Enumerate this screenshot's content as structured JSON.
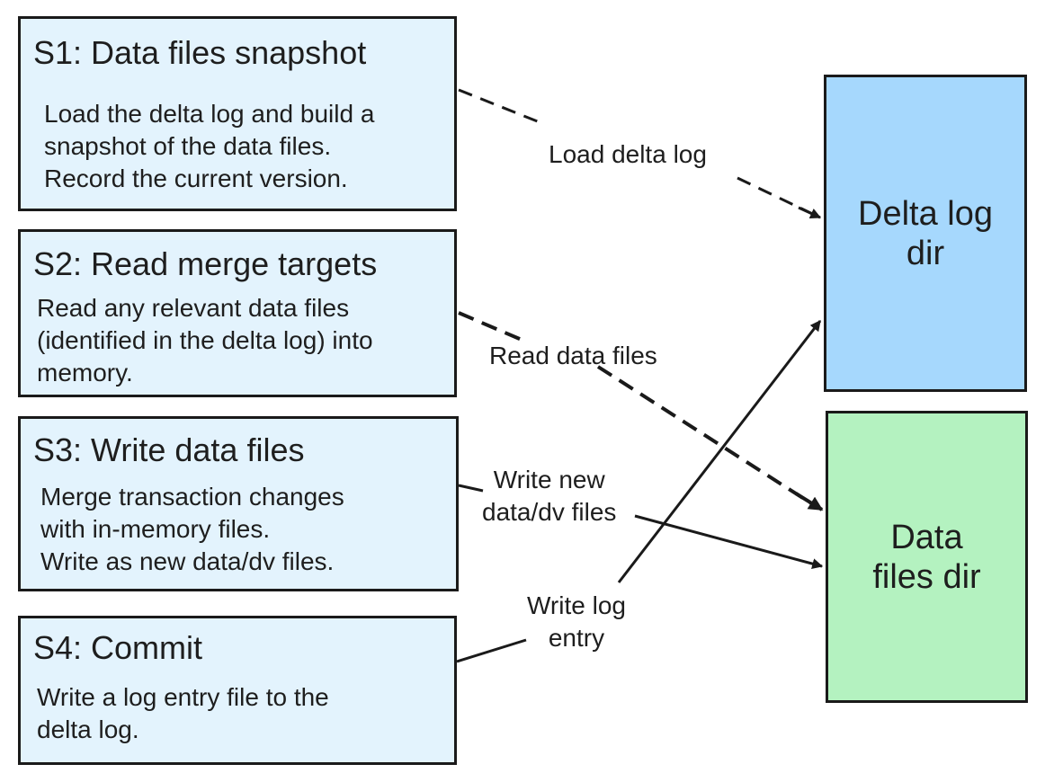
{
  "steps": [
    {
      "title": "S1: Data files snapshot",
      "description": [
        "Load the delta log and build a",
        "snapshot of the data files.",
        "Record the current version."
      ]
    },
    {
      "title": "S2: Read merge targets",
      "description": [
        "Read any relevant data files",
        "(identified in the delta log) into",
        "memory."
      ]
    },
    {
      "title": "S3: Write data files",
      "description": [
        "Merge transaction changes",
        "with in-memory files.",
        "Write as new data/dv files."
      ]
    },
    {
      "title": "S4: Commit",
      "description": [
        "Write a log entry file to the",
        "delta log."
      ]
    }
  ],
  "stores": {
    "delta_log": [
      "Delta log",
      "dir"
    ],
    "data_files": [
      "Data",
      "files dir"
    ]
  },
  "edges": {
    "load_delta_log": "Load delta log",
    "read_data_files": "Read data files",
    "write_new_files": [
      "Write new",
      "data/dv files"
    ],
    "write_log_entry": [
      "Write log",
      "entry"
    ]
  },
  "colors": {
    "step_fill": "#e3f3fd",
    "delta_log_fill": "#a6d8fd",
    "data_files_fill": "#b4f2c0",
    "stroke": "#1a1a1a"
  }
}
